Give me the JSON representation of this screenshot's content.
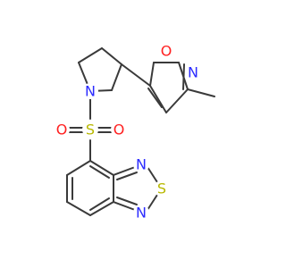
{
  "molecule": {
    "atoms": [
      {
        "id": "N1",
        "symbol": "N",
        "color": "#2b2bff"
      },
      {
        "id": "S1",
        "symbol": "S",
        "color": "#b8b800"
      },
      {
        "id": "O1a",
        "symbol": "O",
        "color": "#ff2020"
      },
      {
        "id": "O1b",
        "symbol": "O",
        "color": "#ff2020"
      },
      {
        "id": "O2",
        "symbol": "O",
        "color": "#ff2020"
      },
      {
        "id": "N2",
        "symbol": "N",
        "color": "#2b2bff"
      },
      {
        "id": "N3",
        "symbol": "N",
        "color": "#2b2bff"
      },
      {
        "id": "S2",
        "symbol": "S",
        "color": "#b8b800"
      },
      {
        "id": "N4",
        "symbol": "N",
        "color": "#2b2bff"
      }
    ]
  }
}
